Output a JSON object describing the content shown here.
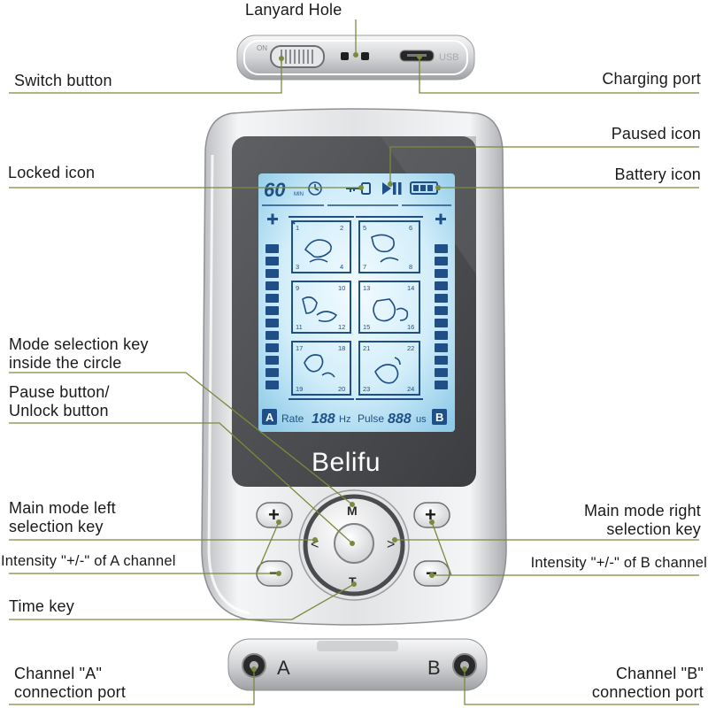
{
  "callouts": {
    "lanyard_hole": "Lanyard Hole",
    "switch_button": "Switch button",
    "charging_port": "Charging port",
    "paused_icon": "Paused icon",
    "locked_icon": "Locked icon",
    "battery_icon": "Battery icon",
    "mode_key_line1": "Mode selection key",
    "mode_key_line2": "inside the circle",
    "pause_line1": "Pause button/",
    "pause_line2": "Unlock button",
    "left_key_line1": "Main mode left",
    "left_key_line2": "selection key",
    "right_key_line1": "Main mode right",
    "right_key_line2": "selection key",
    "intensity_a": "Intensity \"+/-\" of A channel",
    "intensity_b": "Intensity \"+/-\" of B channel",
    "time_key": "Time key",
    "channel_a_line1": "Channel \"A\"",
    "channel_a_line2": "connection port",
    "channel_b_line1": "Channel \"B\"",
    "channel_b_line2": "connection port"
  },
  "device": {
    "brand": "Belifu",
    "top_edge": {
      "on_label": "ON",
      "usb_label": "USB"
    },
    "display": {
      "timer": "60",
      "timer_unit": "MIN",
      "channel_a": "A",
      "channel_b": "B",
      "rate_label": "Rate",
      "rate_value": "188",
      "rate_unit": "Hz",
      "pulse_label": "Pulse",
      "pulse_value": "888",
      "pulse_unit": "us",
      "mode_numbers": [
        "1",
        "2",
        "3",
        "4",
        "5",
        "6",
        "7",
        "8",
        "9",
        "10",
        "11",
        "12",
        "13",
        "14",
        "15",
        "16",
        "17",
        "18",
        "19",
        "20",
        "21",
        "22",
        "23",
        "24"
      ]
    },
    "keys": {
      "mode": "M",
      "time": "T",
      "left": "<",
      "right": ">",
      "plus": "+",
      "minus": "−"
    },
    "bottom_edge": {
      "port_a": "A",
      "port_b": "B"
    }
  },
  "colors": {
    "leader_line": "#7a8a3c",
    "body_silver": "#d9dadc",
    "screen_glow": "#bfe6f7",
    "lcd_blue": "#1f4f86"
  }
}
